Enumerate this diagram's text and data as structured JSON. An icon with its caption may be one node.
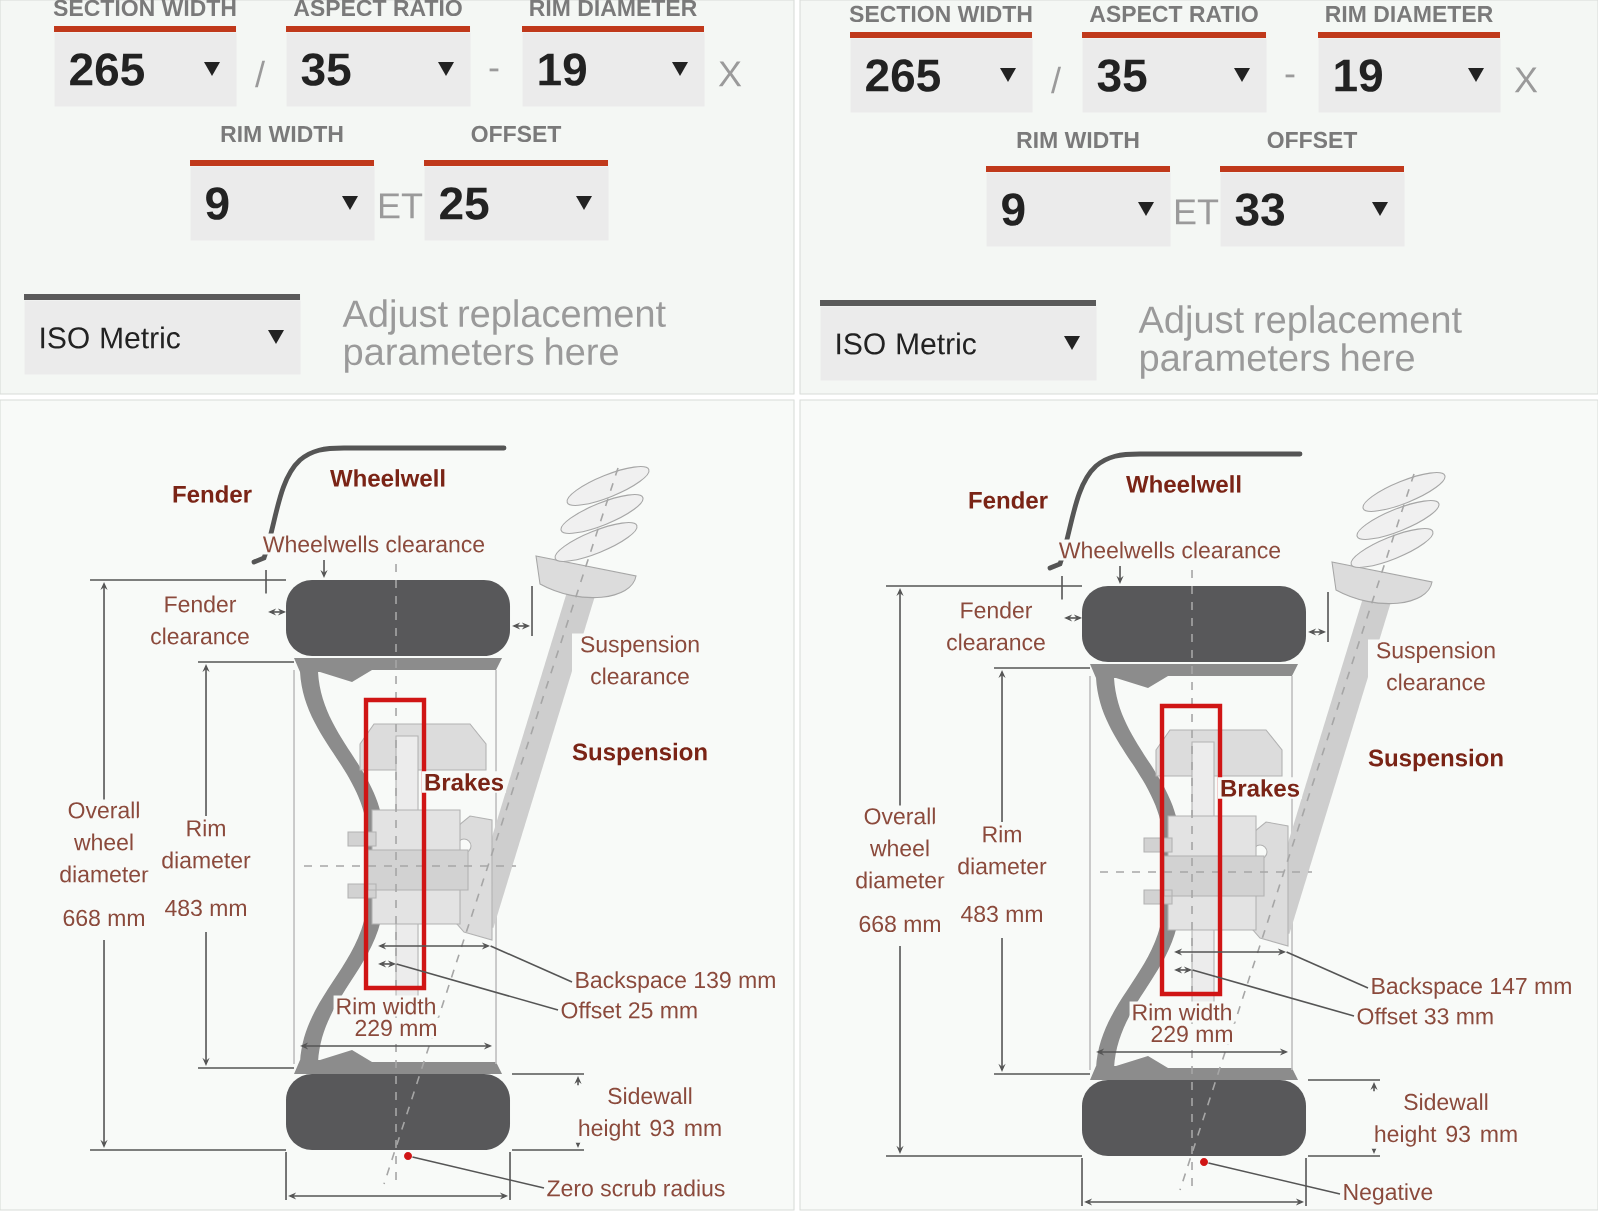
{
  "diagram": {
    "nodes": [
      {
        "text": [
          "SECTION WIDTH",
          "265"
        ]
      },
      {
        "text": [
          "ASPECT RATIO",
          "35"
        ]
      },
      {
        "text": [
          "RIM DIAMETER",
          "19"
        ]
      },
      {
        "text": [
          "RIM WIDTH",
          "9"
        ]
      },
      {
        "text": [
          "OFFSET",
          "25"
        ]
      },
      {
        "text": [
          "ISO Metric"
        ]
      },
      {
        "text": [
          "Backspace 139 mm"
        ]
      },
      {
        "text": [
          "Offset 25 mm"
        ]
      },
      {
        "text": [
          "Zero scrub radius"
        ]
      },
      {
        "text": [],
        "shape": "line"
      },
      {
        "text": [],
        "shape": "line"
      },
      {
        "text": [],
        "shape": "circle"
      },
      {
        "text": [
          "SECTION WIDTH",
          "265"
        ]
      },
      {
        "text": [
          "ASPECT RATIO",
          "35"
        ]
      },
      {
        "text": [
          "RIM DIAMETER",
          "19"
        ]
      },
      {
        "text": [
          "RIM WIDTH",
          "9"
        ]
      },
      {
        "text": [
          "OFFSET",
          "33"
        ]
      },
      {
        "text": [
          "ISO Metric"
        ]
      },
      {
        "text": [
          "Backspace 147 mm"
        ]
      },
      {
        "text": [
          "Offset 33 mm"
        ]
      },
      {
        "text": [
          "Negative"
        ]
      },
      {
        "text": [],
        "shape": "line"
      },
      {
        "text": [],
        "shape": "line"
      },
      {
        "text": [],
        "shape": "circle"
      }
    ],
    "edges": [
      {
        "from": 6,
        "to": 9,
        "arrow": "none"
      },
      {
        "from": 7,
        "to": 10,
        "arrow": "none"
      },
      {
        "from": 8,
        "to": 11,
        "arrow": "none"
      },
      {
        "from": 18,
        "to": 21,
        "arrow": "none"
      },
      {
        "from": 19,
        "to": 22,
        "arrow": "none"
      },
      {
        "from": 20,
        "to": 23,
        "arrow": "none"
      }
    ],
    "labels": [
      "/",
      "-",
      "X",
      "ET",
      "Adjust replacement parameters here",
      "Fender",
      "Wheelwell",
      "Wheelwells clearance",
      "Fender clearance",
      "Suspension clearance",
      "Suspension",
      "Brakes",
      "Overall wheel diameter",
      "668 mm",
      "Rim diameter",
      "483 mm",
      "Rim width",
      "229 mm",
      "Sidewall height 93 mm",
      "/",
      "-",
      "X",
      "ET",
      "Adjust replacement parameters here",
      "Fender",
      "Wheelwell",
      "Wheelwells clearance",
      "Fender clearance",
      "Suspension clearance",
      "Suspension",
      "Brakes",
      "Overall wheel diameter",
      "668 mm",
      "Rim diameter",
      "483 mm",
      "Rim width",
      "229 mm",
      "Sidewall height 93 mm"
    ]
  }
}
